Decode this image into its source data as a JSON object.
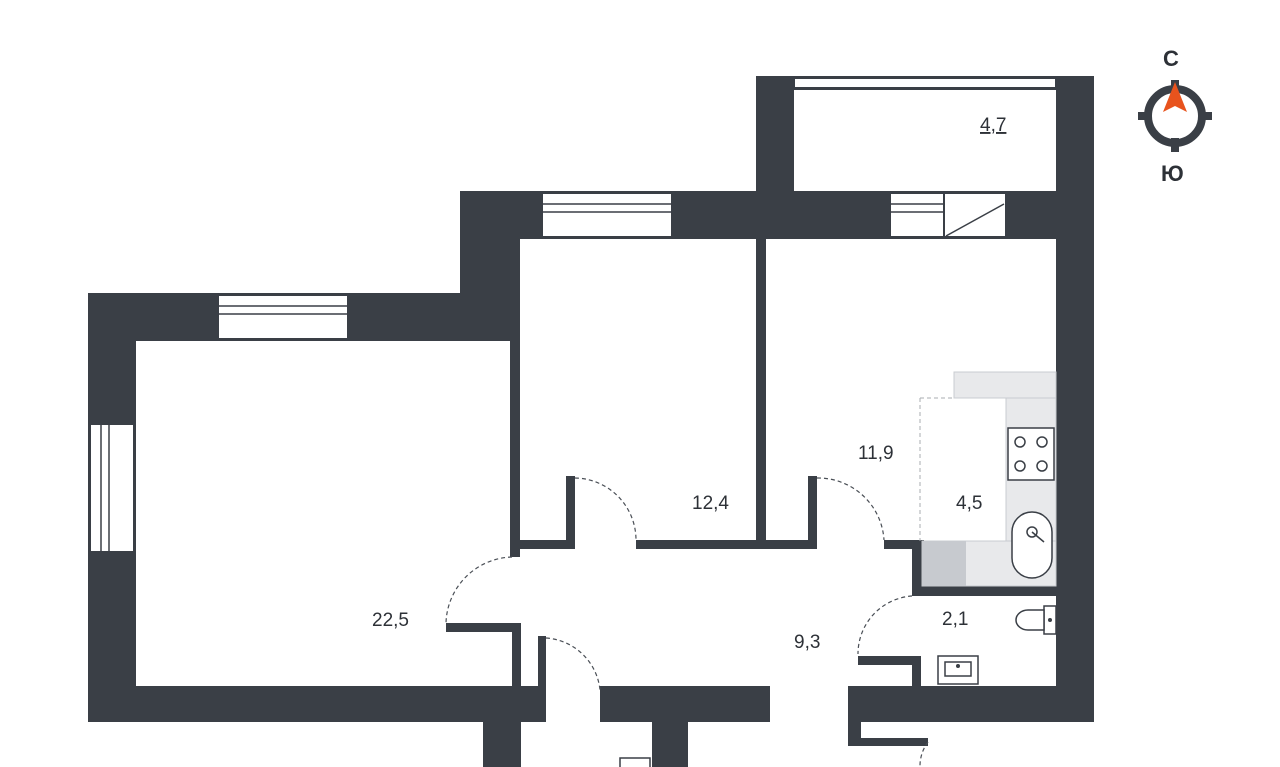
{
  "rooms": [
    {
      "id": "living",
      "area": "22,5"
    },
    {
      "id": "bedroom",
      "area": "12,4"
    },
    {
      "id": "kitchen-living",
      "area": "11,9"
    },
    {
      "id": "kitchen-zone",
      "area": "4,5"
    },
    {
      "id": "bathroom",
      "area": "2,1"
    },
    {
      "id": "hallway",
      "area": "9,3"
    },
    {
      "id": "balcony",
      "area": "4,7"
    }
  ],
  "compass": {
    "north": "С",
    "south": "Ю",
    "arrow_color": "#e8531d"
  },
  "colors": {
    "wall": "#3a3f46",
    "fixture_fill": "#e8e9eb"
  }
}
